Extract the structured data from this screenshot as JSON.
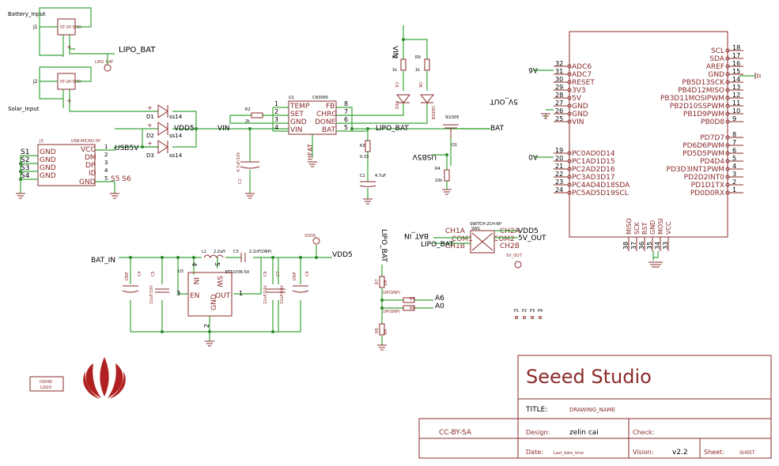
{
  "inputs": {
    "battery": "Battery_Input",
    "solar": "Solar_Input",
    "conn_part": "ST-2P-SMD",
    "j1": "J1",
    "j2": "J2",
    "lipo_bat_test": "LIPO_BAT"
  },
  "nets": {
    "lipo_bat": "LIPO_BAT",
    "vdd5": "VDD5",
    "vin": "VIN",
    "usb5v": "USB5V",
    "bat": "BAT",
    "bat_in": "BAT_IN",
    "a6": "A6",
    "a0": "A0",
    "v5out": "5V_OUT",
    "vdd5_2": "VDD5",
    "lipo_bat_v": "LIPO_BAT",
    "vin_v": "VIN",
    "usb5v_rot": "USB5V",
    "bat_in2": "BAT_IN",
    "v5out_rot": "5V_OUT",
    "a6_left": "A6",
    "a0_left": "A0",
    "vdd5_small": "VDD5",
    "v5out_small": "5V_OUT"
  },
  "diodes": [
    {
      "ref": "D1",
      "val": "ss14"
    },
    {
      "ref": "D2",
      "val": "ss14"
    },
    {
      "ref": "D3",
      "val": "ss14"
    }
  ],
  "usb": {
    "ref": "J3",
    "part": "USB-MICRO-5P",
    "shield": [
      "S1",
      "S2",
      "S3",
      "S4"
    ],
    "shield_pins": [
      "GND",
      "GND",
      "GND",
      "GND"
    ],
    "pins": [
      "VCC",
      "DM",
      "DP",
      "ID",
      "GND"
    ],
    "nums": [
      "1",
      "2",
      "3",
      "4",
      "5"
    ],
    "extra": "S5 S6"
  },
  "charger": {
    "ref": "U1",
    "part": "CN3065",
    "left": [
      "TEMP",
      "SET",
      "GND",
      "VIN"
    ],
    "left_nums": [
      "1",
      "2",
      "3",
      "4"
    ],
    "right": [
      "FB",
      "CHRG",
      "DONE",
      "BAT"
    ],
    "right_nums": [
      "8",
      "7",
      "6",
      "5"
    ],
    "heat": "HEAT",
    "r2": "R2",
    "r2v": "2k"
  },
  "c1": {
    "ref": "C1",
    "val": "4.7uF/10V"
  },
  "leds": {
    "r1": "R1",
    "r1v": "1k",
    "r9": "R9",
    "r9v": "1k",
    "red": "RED",
    "green": "GREEN",
    "c6": "C6",
    "c6b": "OK"
  },
  "mosfet": {
    "part": "SI2305",
    "ref": "Q1",
    "r3": "R3",
    "r3v": "0.33",
    "c2": "C2",
    "c2v": "4.7uF",
    "r4": "R4",
    "r4v": "10k"
  },
  "mcu": {
    "left_pins": [
      "ADC6",
      "ADC7",
      "RESET",
      "3V3",
      "5V",
      "GND",
      "GND",
      "VIN",
      "PC0AD0D14",
      "PC1AD1D15",
      "PC2AD2D16",
      "PC3AD3D17",
      "PC4AD4D18SDA",
      "PC5AD5D19SCL"
    ],
    "left_nums": [
      "32",
      "31",
      "30",
      "29",
      "28",
      "27",
      "26",
      "25",
      "19",
      "20",
      "21",
      "22",
      "23",
      "24"
    ],
    "right_pins": [
      "SCL",
      "SDA",
      "AREF",
      "GND",
      "PB5D13SCK",
      "PB4D12MISO",
      "PB3D11MOSIPWM",
      "PB2D10SSPWM",
      "PB1D9PWM",
      "PB0D8",
      "PD7D7",
      "PD6D6PWM",
      "PD5D5PWM",
      "PD4D4",
      "PD3D3INT1PWM",
      "PD2D2INT0",
      "PD1D1TX",
      "PD0D0RX"
    ],
    "right_nums": [
      "18",
      "17",
      "16",
      "15",
      "14",
      "13",
      "12",
      "11",
      "10",
      "9",
      "8",
      "7",
      "6",
      "5",
      "4",
      "3",
      "2",
      "1"
    ],
    "bottom_pins": [
      "MISO",
      "SCK",
      "RST",
      "GND",
      "MOSI",
      "VCC"
    ],
    "bottom_nums": [
      "38",
      "37",
      "36",
      "35",
      "34",
      "33"
    ]
  },
  "boost": {
    "ref": "U3",
    "part": "ETA1036-50",
    "l1": "L1",
    "l1v": "2.2uH",
    "c3": "C3",
    "c3v": "2.2nF(DNP)",
    "pins": [
      "IN",
      "SW",
      "EN",
      "OUT",
      "GND"
    ],
    "pin_nums": [
      "4",
      "5",
      "3",
      "1",
      "2"
    ],
    "dnp": "DNP",
    "c4": "C4",
    "c5": "C5",
    "c5v": "22uF/10V",
    "c6": "C6",
    "c7": "C7",
    "c7v": "22uF/10V",
    "c6v": "22uF/10V",
    "c8": "C8"
  },
  "switch": {
    "part": "SWITCH-2CH-6P",
    "ref": "SW1",
    "left": [
      "CH1A",
      "COM1",
      "CH1B"
    ],
    "right": [
      "CH2A",
      "COM2",
      "CH2B"
    ]
  },
  "divider": {
    "r5": "R5",
    "r5v": "1M(DNP)",
    "r6": "R6",
    "r6v": "1M(DNP)",
    "r7": "R7",
    "r8": "R8",
    "r7v": "1M",
    "r8v": "1M"
  },
  "pads": [
    "P1",
    "P2",
    "P3",
    "P4"
  ],
  "logo": {
    "line1": "OSHW",
    "line2": "LOGO"
  },
  "titleblock": {
    "company": "Seeed Studio",
    "title_label": "TITLE:",
    "title": "DRAWING_NAME",
    "license": "CC-BY-SA",
    "design_label": "Design:",
    "designer": "zelin cai",
    "check_label": "Check:",
    "date_label": "Date:",
    "date": "Last_date_time",
    "version_label": "Vision:",
    "version": "v2.2",
    "sheet_label": "Sheet:",
    "sheet": "SHEET"
  },
  "colors": {
    "wire": "#3aa33a",
    "part": "#8b2a2a",
    "logo": "#b02020"
  }
}
